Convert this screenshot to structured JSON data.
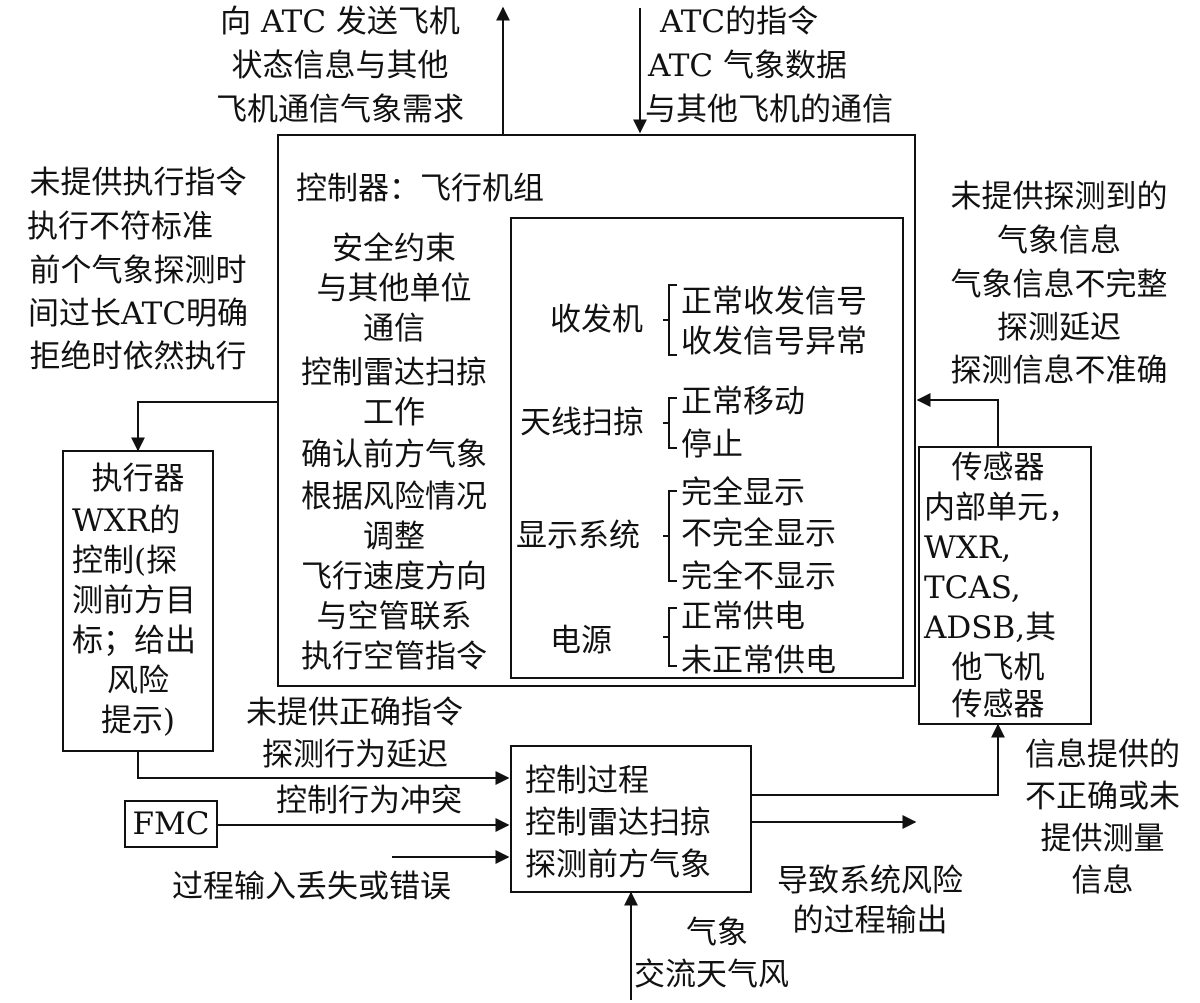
{
  "top_left_output": [
    "向 ATC 发送飞机",
    "状态信息与其他",
    "飞机通信气象需求"
  ],
  "top_right_input": [
    "ATC的指令",
    "ATC 气象数据",
    "与其他飞机的通信"
  ],
  "controller": {
    "title": "控制器：飞行机组",
    "items": [
      "安全约束",
      "与其他单位",
      "通信",
      "控制雷达扫掠",
      "工作",
      "确认前方气象",
      "根据风险情况",
      "调整",
      "飞行速度方向",
      "与空管联系",
      "执行空管指令"
    ]
  },
  "controller_model": [
    {
      "name": "收发机",
      "states": [
        "正常收发信号",
        "收发信号异常"
      ]
    },
    {
      "name": "天线扫掠",
      "states": [
        "正常移动",
        "停止"
      ]
    },
    {
      "name": "显示系统",
      "states": [
        "完全显示",
        "不完全显示",
        "完全不显示"
      ]
    },
    {
      "name": "电源",
      "states": [
        "正常供电",
        "未正常供电"
      ]
    }
  ],
  "left_faults": [
    "未提供执行指令",
    "执行不符标准",
    "前个气象探测时",
    "间过长ATC明确",
    "拒绝时依然执行"
  ],
  "right_faults": [
    "未提供探测到的",
    "气象信息",
    "气象信息不完整",
    "探测延迟",
    "探测信息不准确"
  ],
  "actuator": {
    "lines": [
      "执行器",
      "WXR的",
      "控制(探",
      "测前方目",
      "标；给出",
      "风险",
      "提示)"
    ]
  },
  "sensor": {
    "lines": [
      "传感器",
      "内部单元，",
      "WXR,",
      "TCAS,",
      "ADSB,其",
      "他飞机",
      "传感器"
    ]
  },
  "actuator_faults": [
    "未提供正确指令",
    "探测行为延迟"
  ],
  "conflict": "控制行为冲突",
  "fmc": "FMC",
  "process_input_fault": "过程输入丢失或错误",
  "process": {
    "lines": [
      "控制过程",
      "控制雷达扫掠",
      "探测前方气象"
    ]
  },
  "process_output": [
    "导致系统风险",
    "的过程输出"
  ],
  "sensor_faults": [
    "信息提供的",
    "不正确或未",
    "提供测量",
    "信息"
  ],
  "disturbance": [
    "气象",
    "交流天气风"
  ]
}
